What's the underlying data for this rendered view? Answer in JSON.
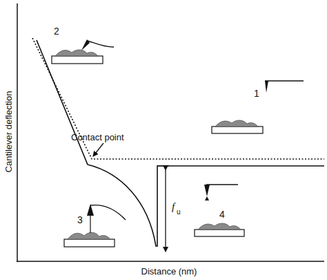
{
  "diagram": {
    "labels": [
      "2",
      "Contact point",
      "1",
      "3",
      "4",
      "f",
      "u",
      "Cantilever deflection",
      "Distance (nm)"
    ]
  }
}
